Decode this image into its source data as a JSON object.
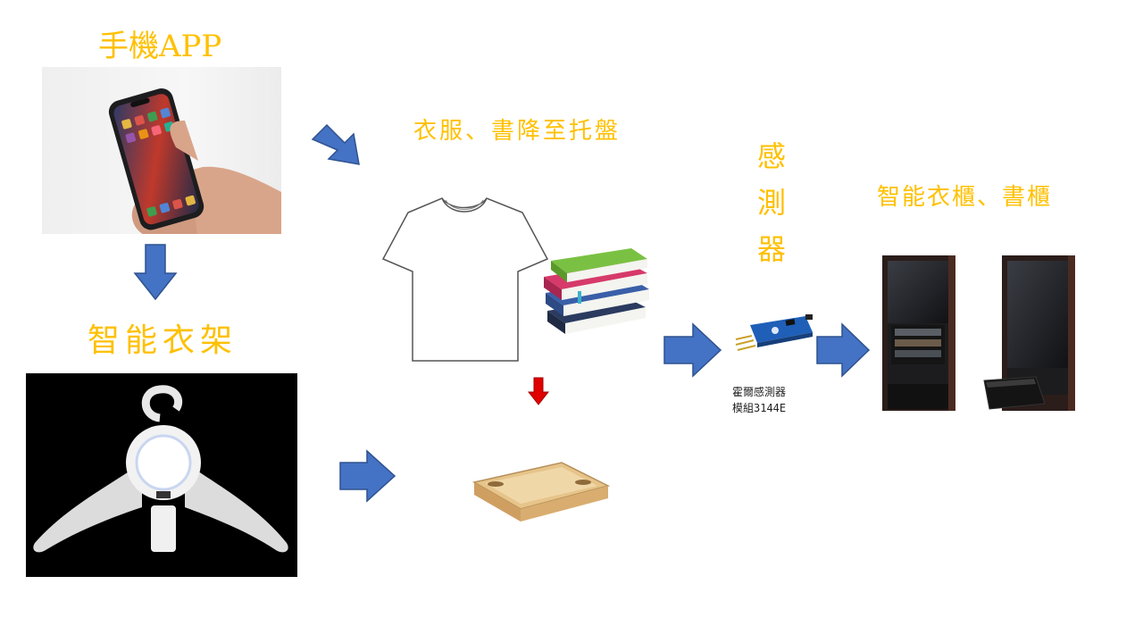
{
  "labels": {
    "phone_app": "手機APP",
    "smart_hanger": "智能衣架",
    "lower_to_tray": "衣服、書降至托盤",
    "sensor_1": "感",
    "sensor_2": "測",
    "sensor_3": "器",
    "smart_cabinet": "智能衣櫃、書櫃",
    "hall_module_line1": "霍爾感測器",
    "hall_module_line2": "模組3144E"
  },
  "colors": {
    "label": "#FFC000",
    "arrow_blue": "#4472C4",
    "arrow_red": "#E00000"
  }
}
